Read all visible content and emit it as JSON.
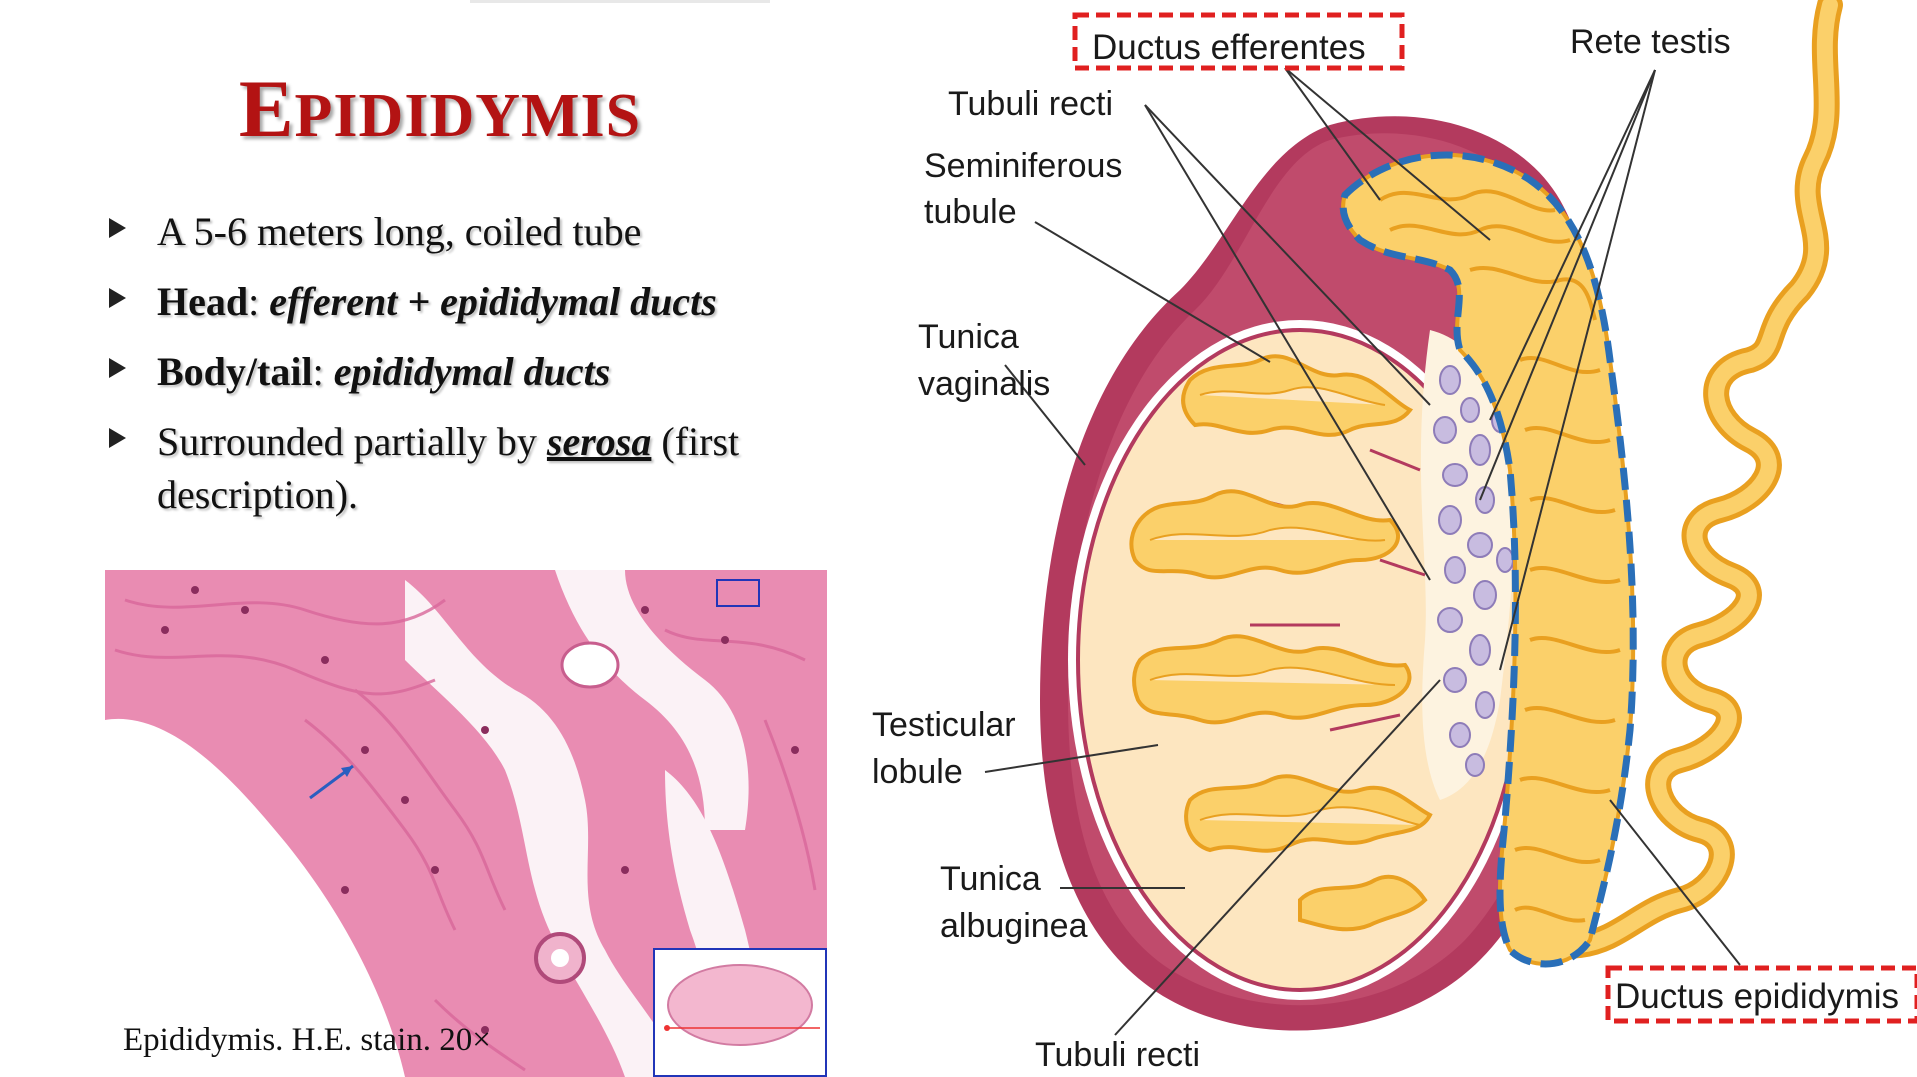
{
  "slide": {
    "title_first": "E",
    "title_rest": "PIDIDYMIS",
    "bullets": [
      {
        "parts": [
          {
            "text": "A 5-6 meters long, coiled tube",
            "style": "plain"
          }
        ]
      },
      {
        "parts": [
          {
            "text": "Head",
            "style": "bold"
          },
          {
            "text": ": ",
            "style": "plain"
          },
          {
            "text": "efferent + epididymal ducts",
            "style": "bolditalic"
          }
        ]
      },
      {
        "parts": [
          {
            "text": "Body/tail",
            "style": "bold"
          },
          {
            "text": ": ",
            "style": "plain"
          },
          {
            "text": "epididymal ducts",
            "style": "bolditalic"
          }
        ]
      },
      {
        "parts": [
          {
            "text": "Surrounded partially by ",
            "style": "plain"
          },
          {
            "text": "serosa",
            "style": "bolditalic-underline"
          },
          {
            "text": " (first description).",
            "style": "plain"
          }
        ]
      }
    ],
    "micrograph_caption": "Epididymis. H.E. stain. 20×"
  },
  "diagram": {
    "labels": {
      "ductus_efferentes": "Ductus efferentes",
      "rete_testis": "Rete testis",
      "tubuli_recti_top": "Tubuli recti",
      "seminiferous_1": "Seminiferous",
      "seminiferous_2": "tubule",
      "tunica_vaginalis_1": "Tunica",
      "tunica_vaginalis_2": "vaginalis",
      "testicular_lobule_1": "Testicular",
      "testicular_lobule_2": "lobule",
      "tunica_albuginea_1": "Tunica",
      "tunica_albuginea_2": "albuginea",
      "tubuli_recti_bottom": "Tubuli recti",
      "ductus_epididymis": "Ductus epididymis"
    }
  },
  "colors": {
    "title": "#b31313",
    "tunica_vaginalis": "#b33a5e",
    "testis_fill": "#fde6c0",
    "tubule_fill": "#fbd06a",
    "tubule_stroke": "#e9a020",
    "rete_fill": "#c8bce0",
    "highlight_red": "#e02020",
    "highlight_blue": "#2a6fb8"
  }
}
